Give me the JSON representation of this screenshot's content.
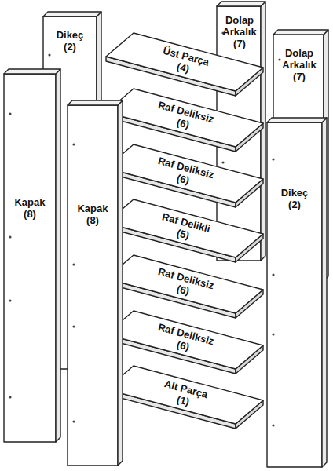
{
  "diagram": {
    "nodes": [
      {
        "text": [
          "Dikeç",
          "(2)"
        ]
      },
      {
        "text": [
          "Dolap Arkalık",
          "(7)"
        ]
      },
      {
        "text": [
          "Üst Parça",
          "(4)"
        ]
      },
      {
        "text": [
          "Dolap Arkalık",
          "(7)"
        ]
      },
      {
        "text": [
          "Raf Deliksiz",
          "(6)"
        ]
      },
      {
        "text": [
          "Kapak",
          "(8)"
        ]
      },
      {
        "text": [
          "Kapak",
          "(8)"
        ]
      },
      {
        "text": [
          "Dikeç",
          "(2)"
        ]
      },
      {
        "text": [
          "Raf Deliksiz",
          "(6)"
        ]
      },
      {
        "text": [
          "Raf Delikli",
          "(5)"
        ]
      },
      {
        "text": [
          "Raf Deliksiz",
          "(6)"
        ]
      },
      {
        "text": [
          "Raf Deliksiz",
          "(6)"
        ]
      },
      {
        "text": [
          "Alt Parça",
          "(1)"
        ]
      }
    ]
  }
}
